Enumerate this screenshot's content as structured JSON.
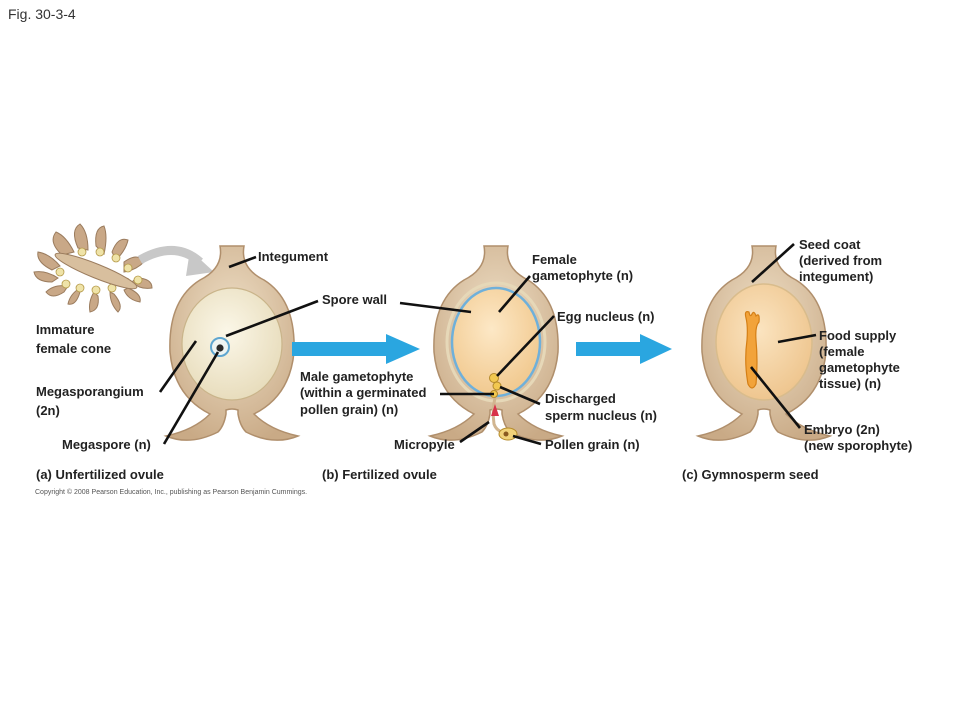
{
  "figure_number": "Fig. 30-3-4",
  "labels": {
    "integument": "Integument",
    "spore_wall": "Spore wall",
    "immature_cone_line1": "Immature",
    "immature_cone_line2": "female cone",
    "megasporangium_line1": "Megasporangium",
    "megasporangium_line2": "(2n)",
    "megaspore": "Megaspore (n)",
    "female_gametophyte_line1": "Female",
    "female_gametophyte_line2": "gametophyte (n)",
    "egg_nucleus": "Egg nucleus (n)",
    "male_gametophyte_line1": "Male gametophyte",
    "male_gametophyte_line2": "(within a germinated",
    "male_gametophyte_line3": "pollen grain) (n)",
    "discharged_line1": "Discharged",
    "discharged_line2": "sperm nucleus (n)",
    "micropyle": "Micropyle",
    "pollen_grain": "Pollen grain (n)",
    "seed_coat_line1": "Seed coat",
    "seed_coat_line2": "(derived from",
    "seed_coat_line3": "integument)",
    "food_supply_line1": "Food supply",
    "food_supply_line2": "(female",
    "food_supply_line3": "gametophyte",
    "food_supply_line4": "tissue) (n)",
    "embryo_line1": "Embryo (2n)",
    "embryo_line2": "(new sporophyte)"
  },
  "captions": {
    "a": "(a) Unfertilized ovule",
    "b": "(b) Fertilized ovule",
    "c": "(c) Gymnosperm seed"
  },
  "copyright": "Copyright © 2008 Pearson Education, Inc., publishing as Pearson Benjamin Cummings.",
  "colors": {
    "integument": "#d9c0a0",
    "integument_edge": "#b89a78",
    "megasporangium": "#f3ecd6",
    "gametophyte": "#f7d9a8",
    "spore_wall": "#7fb6d8",
    "arrow": "#2aa6e0",
    "embryo": "#f2a33a",
    "cone": "#c7a98a",
    "cone_dots": "#efe3a8"
  }
}
